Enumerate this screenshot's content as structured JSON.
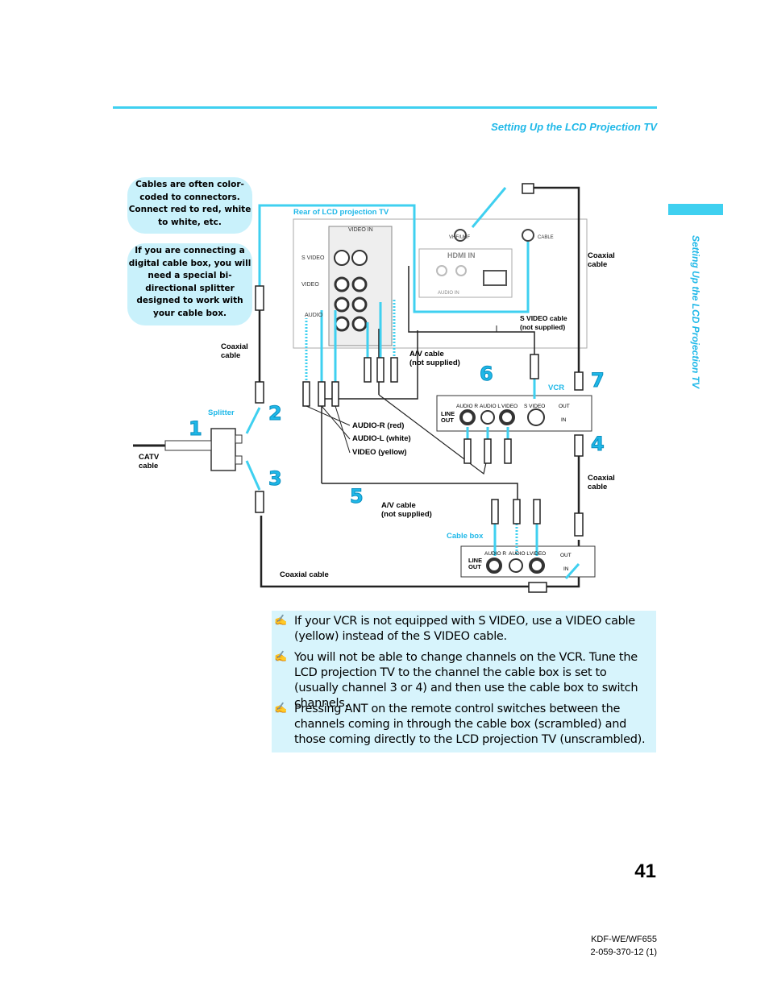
{
  "header": {
    "section_title": "Setting Up the LCD Projection TV"
  },
  "sidebar": {
    "vertical_title": "Setting Up the LCD Projection TV"
  },
  "callouts": [
    "Cables are often color-coded to connectors. Connect red to red, white to white, etc.",
    "If you are connecting a digital cable box, you will need a special bi-directional splitter designed to work with your cable box."
  ],
  "diagram": {
    "rear_panel_title": "Rear of LCD projection TV",
    "panel_labels": {
      "video_in": "VIDEO IN",
      "s_video": "S VIDEO",
      "video": "VIDEO",
      "audio": "AUDIO",
      "vhf_uhf": "VHF/UHF",
      "cable": "CABLE",
      "hdmi_in": "HDMI IN",
      "audio_in": "AUDIO IN"
    },
    "labels": {
      "coaxial_cable_top_right": "Coaxial\ncable",
      "coaxial_cable_left": "Coaxial\ncable",
      "s_video_cable": "S VIDEO cable\n(not supplied)",
      "av_cable_1": "A/V cable\n(not supplied)",
      "av_cable_2": "A/V cable\n(not supplied)",
      "vcr": "VCR",
      "splitter": "Splitter",
      "catv_cable": "CATV\ncable",
      "audio_r": "AUDIO-R (red)",
      "audio_l": "AUDIO-L (white)",
      "video_yellow": "VIDEO (yellow)",
      "coaxial_cable_right": "Coaxial\ncable",
      "cable_box": "Cable box",
      "coaxial_cable_bottom": "Coaxial cable",
      "vcr_audio_r": "AUDIO R",
      "vcr_audio_l": "AUDIO L",
      "vcr_video": "VIDEO",
      "vcr_s_video": "S VIDEO",
      "line_out": "LINE\nOUT",
      "out": "OUT",
      "in": "IN"
    },
    "steps": [
      "1",
      "2",
      "3",
      "4",
      "5",
      "6",
      "7"
    ]
  },
  "notes": [
    "If your VCR is not equipped with S VIDEO, use a VIDEO cable (yellow) instead of the S VIDEO cable.",
    "You will not be able to change channels on the VCR. Tune the LCD projection TV to the channel the cable box is set to (usually channel 3 or 4) and then use the cable box to switch channels.",
    "Pressing ANT on the remote control switches between the channels coming in through the cable box (scrambled) and those coming directly to the LCD projection TV (unscrambled)."
  ],
  "footer": {
    "page_number": "41",
    "model": "KDF-WE/WF655",
    "part_number": "2-059-370-12 (1)"
  },
  "colors": {
    "accent": "#3fd0f0",
    "accent_text": "#1fb8e8",
    "callout_bg": "#c9f1fb",
    "notes_bg": "#d7f4fc"
  }
}
